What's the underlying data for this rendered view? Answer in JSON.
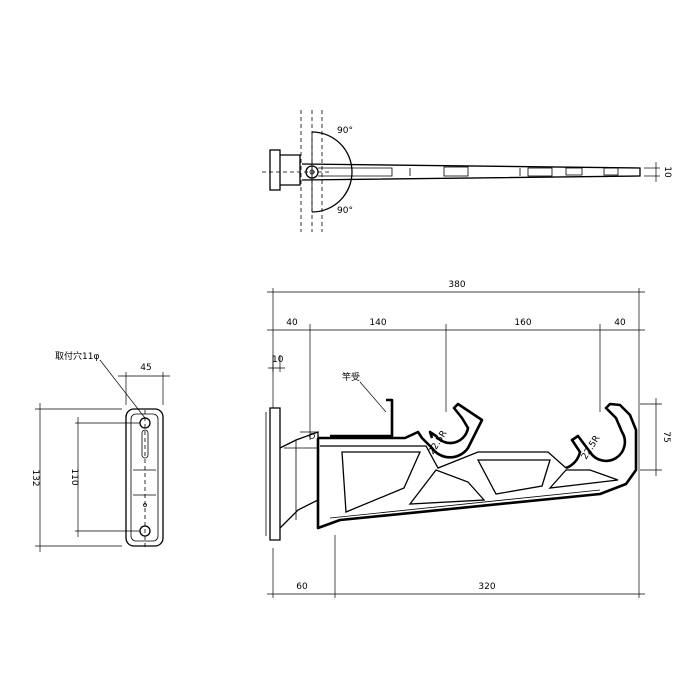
{
  "drawing": {
    "top_view": {
      "angle_upper": "90°",
      "angle_lower": "90°",
      "tip_width": "10"
    },
    "side_view": {
      "overall_length": "380",
      "seg_first": "40",
      "seg_second": "140",
      "seg_third": "160",
      "seg_fourth": "40",
      "lip_height": "10",
      "pole_rest_label": "竿受",
      "radius_one": "22.5R",
      "radius_two": "22.5R",
      "hook_depth": "75",
      "base_length": "60",
      "arm_length": "320"
    },
    "front_view": {
      "hole_label": "取付穴11φ",
      "width": "45",
      "height": "132",
      "hole_pitch": "110"
    }
  }
}
